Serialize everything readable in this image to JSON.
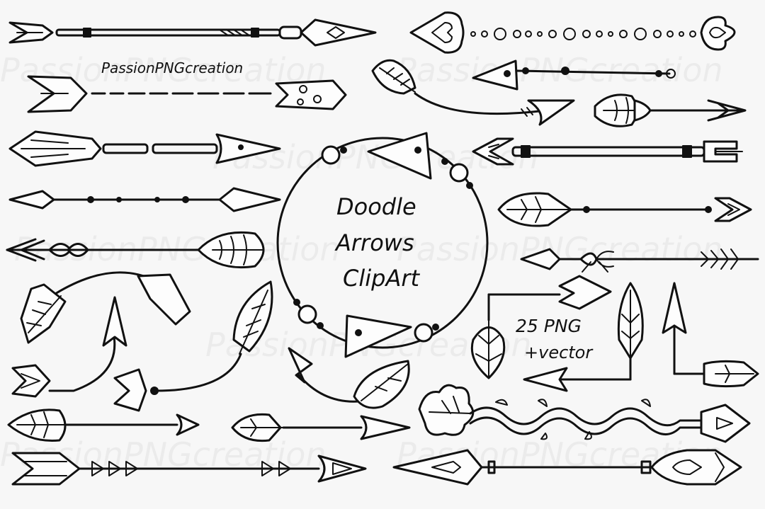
{
  "brand": "PassionPNGcreation",
  "watermark": "PassionPNGcreation",
  "title_lines": [
    "Doodle",
    "Arrows",
    "ClipArt"
  ],
  "count_lines": [
    "25 PNG",
    "+vector"
  ]
}
